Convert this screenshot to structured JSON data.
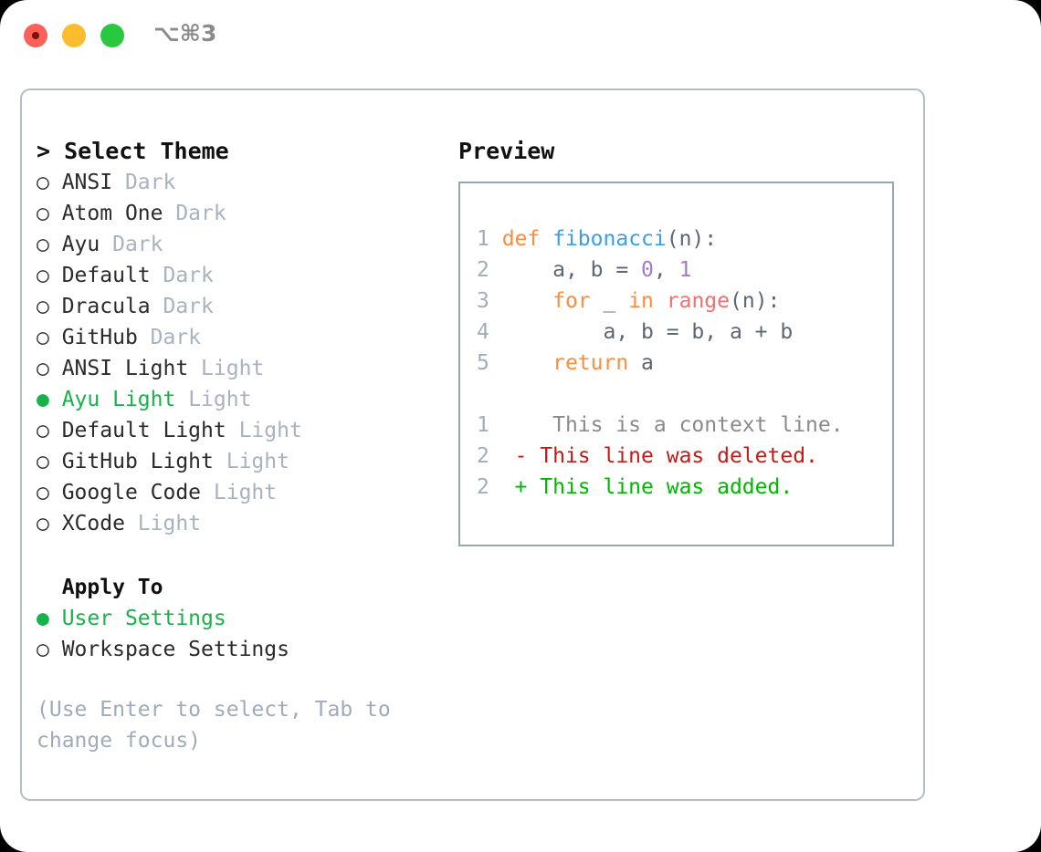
{
  "titlebar": {
    "shortcut": "⌥⌘3",
    "buttons": [
      {
        "name": "close",
        "color": "#fb6059"
      },
      {
        "name": "minimize",
        "color": "#fcbc2e"
      },
      {
        "name": "maximize",
        "color": "#28c83f"
      }
    ]
  },
  "theme_section": {
    "heading": "> Select Theme",
    "items": [
      {
        "marker": "○",
        "name": "ANSI",
        "category": "Dark",
        "selected": false
      },
      {
        "marker": "○",
        "name": "Atom One",
        "category": "Dark",
        "selected": false
      },
      {
        "marker": "○",
        "name": "Ayu",
        "category": "Dark",
        "selected": false
      },
      {
        "marker": "○",
        "name": "Default",
        "category": "Dark",
        "selected": false
      },
      {
        "marker": "○",
        "name": "Dracula",
        "category": "Dark",
        "selected": false
      },
      {
        "marker": "○",
        "name": "GitHub",
        "category": "Dark",
        "selected": false
      },
      {
        "marker": "○",
        "name": "ANSI Light",
        "category": "Light",
        "selected": false
      },
      {
        "marker": "●",
        "name": "Ayu Light",
        "category": "Light",
        "selected": true
      },
      {
        "marker": "○",
        "name": "Default Light",
        "category": "Light",
        "selected": false
      },
      {
        "marker": "○",
        "name": "GitHub Light",
        "category": "Light",
        "selected": false
      },
      {
        "marker": "○",
        "name": "Google Code",
        "category": "Light",
        "selected": false
      },
      {
        "marker": "○",
        "name": "XCode",
        "category": "Light",
        "selected": false
      }
    ]
  },
  "apply_section": {
    "heading": "  Apply To",
    "items": [
      {
        "marker": "●",
        "name": "User Settings",
        "selected": true
      },
      {
        "marker": "○",
        "name": "Workspace Settings",
        "selected": false
      }
    ]
  },
  "hint": "(Use Enter to select, Tab to change focus)",
  "preview": {
    "heading": "Preview",
    "code_lines": [
      {
        "number": "1",
        "tokens": [
          {
            "t": "def",
            "c": "kw"
          },
          {
            "t": " ",
            "c": "pl"
          },
          {
            "t": "fibonacci",
            "c": "fn"
          },
          {
            "t": "(n):",
            "c": "pl"
          }
        ]
      },
      {
        "number": "2",
        "tokens": [
          {
            "t": "    a, b = ",
            "c": "pl"
          },
          {
            "t": "0",
            "c": "num"
          },
          {
            "t": ", ",
            "c": "pl"
          },
          {
            "t": "1",
            "c": "num"
          }
        ]
      },
      {
        "number": "3",
        "tokens": [
          {
            "t": "    ",
            "c": "pl"
          },
          {
            "t": "for",
            "c": "kw"
          },
          {
            "t": " _ ",
            "c": "pl"
          },
          {
            "t": "in",
            "c": "kw"
          },
          {
            "t": " ",
            "c": "pl"
          },
          {
            "t": "range",
            "c": "bi"
          },
          {
            "t": "(n):",
            "c": "pl"
          }
        ]
      },
      {
        "number": "4",
        "tokens": [
          {
            "t": "        a, b = b, a + b",
            "c": "pl"
          }
        ]
      },
      {
        "number": "5",
        "tokens": [
          {
            "t": "    ",
            "c": "pl"
          },
          {
            "t": "return",
            "c": "kw"
          },
          {
            "t": " a",
            "c": "pl"
          }
        ]
      }
    ],
    "diff_lines": [
      {
        "number": "1",
        "sign": " ",
        "text": "  This is a context line.",
        "kind": "ctx"
      },
      {
        "number": "2",
        "sign": "-",
        "text": " This line was deleted.",
        "kind": "del"
      },
      {
        "number": "2",
        "sign": "+",
        "text": " This line was added.",
        "kind": "add"
      }
    ]
  },
  "colors": {
    "accent_green": "#16b34a",
    "muted": "#a9b2bf",
    "keyword": "#fa8d3e",
    "function": "#399ee6",
    "number": "#a37acc",
    "builtin": "#f07171",
    "diff_add": "#00b600",
    "diff_del": "#c41a16",
    "panel_border": "#b4bcc8",
    "preview_border": "#98a5b3"
  }
}
